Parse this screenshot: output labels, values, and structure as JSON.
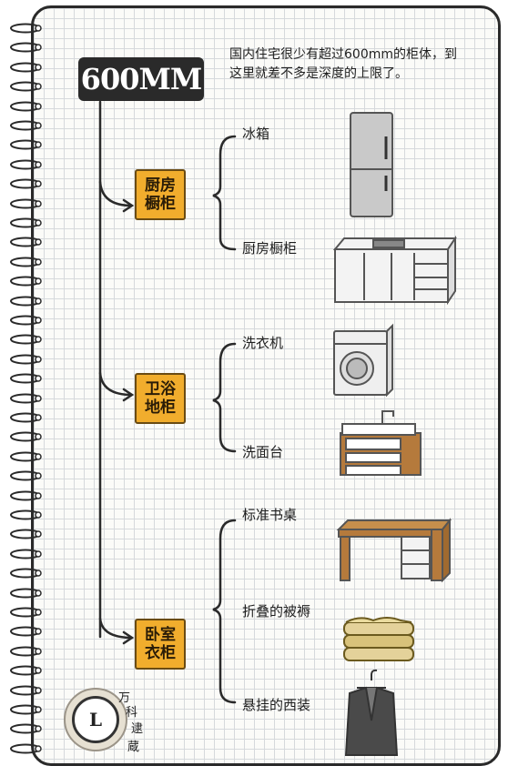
{
  "title": "600MM",
  "note": "国内住宅很少有超过600mm的柜体，到这里就差不多是深度的上限了。",
  "categories": [
    {
      "name": "厨房\n橱柜",
      "items": [
        {
          "label": "冰箱",
          "icon": "refrigerator-icon"
        },
        {
          "label": "厨房橱柜",
          "icon": "kitchen-cabinet-icon"
        }
      ]
    },
    {
      "name": "卫浴\n地柜",
      "items": [
        {
          "label": "洗衣机",
          "icon": "washing-machine-icon"
        },
        {
          "label": "洗面台",
          "icon": "washbasin-cabinet-icon"
        }
      ]
    },
    {
      "name": "卧室\n衣柜",
      "items": [
        {
          "label": "标准书桌",
          "icon": "desk-icon"
        },
        {
          "label": "折叠的被褥",
          "icon": "folded-quilt-icon"
        },
        {
          "label": "悬挂的西装",
          "icon": "suit-on-hanger-icon"
        }
      ]
    }
  ],
  "watermark": {
    "letter": "L",
    "text": [
      "万",
      "科",
      "逮",
      "蔵"
    ]
  },
  "colors": {
    "category_fill": "#f1ad2d",
    "title_fill": "#2a2a2a",
    "grid": "#d6d9dc"
  }
}
